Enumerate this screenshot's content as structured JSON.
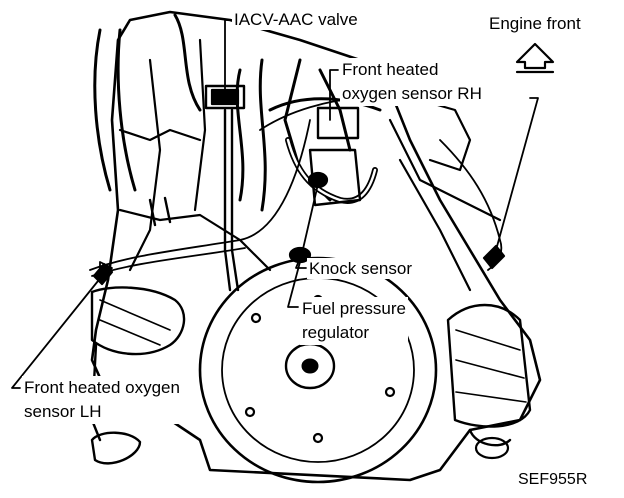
{
  "labels": {
    "iacv": "IACV-AAC valve",
    "engine_front": "Engine front",
    "oxygen_rh_line1": "Front heated",
    "oxygen_rh_line2": "oxygen sensor RH",
    "knock": "Knock sensor",
    "fuel_line1": "Fuel pressure",
    "fuel_line2": "regulator",
    "oxygen_lh_line1": "Front heated oxygen",
    "oxygen_lh_line2": "sensor LH",
    "code": "SEF955R"
  },
  "icons": {
    "engine_front": "up-arrow-icon"
  },
  "colors": {
    "ink": "#000000",
    "paper": "#ffffff"
  }
}
